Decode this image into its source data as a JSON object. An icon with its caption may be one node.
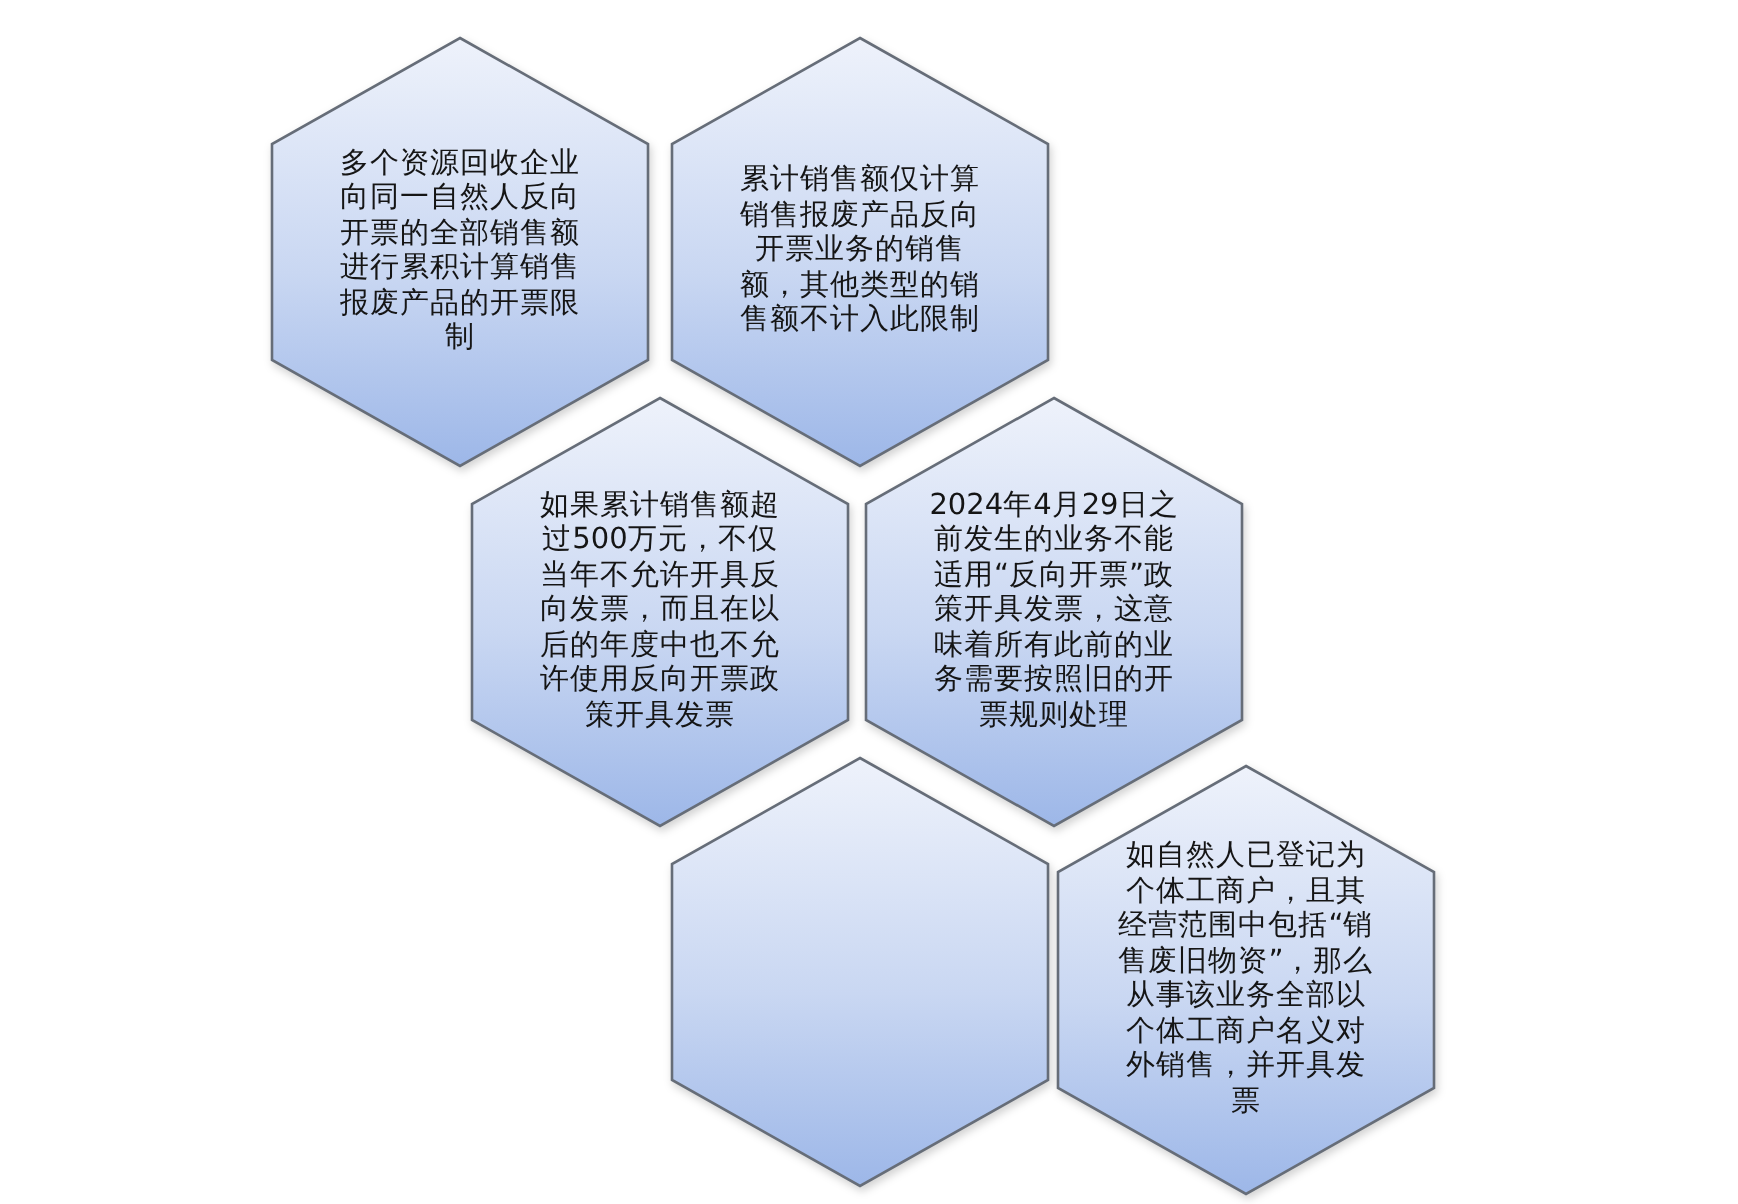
{
  "diagram": {
    "nodes": [
      {
        "text": [
          "多个资源回收企业向同一自然人反向开票的全部销售额进行累积计算销售报废产品的开票限制"
        ]
      },
      {
        "text": [
          "累计销售额仅计算销售报废产品反向开票业务的销售额，其他类型的销售额不计入此限制"
        ]
      },
      {
        "text": [
          "如果累计销售额超过500万元，不仅当年不允许开具反向发票，而且在以后的年度中也不允许使用反向开票政策开具发票"
        ]
      },
      {
        "text": [
          "2024年4月29日之前发生的业务不能适用“反向开票”政策开具发票，这意味着所有此前的业务需要按照旧的开票规则处理"
        ]
      },
      {
        "text": [],
        "shape": "hexagon"
      },
      {
        "text": [
          "如自然人已登记为个体工商户，且其经营范围中包括“销售废旧物资”，那么从事该业务全部以个体工商户名义对外销售，并开具发票"
        ]
      }
    ]
  }
}
